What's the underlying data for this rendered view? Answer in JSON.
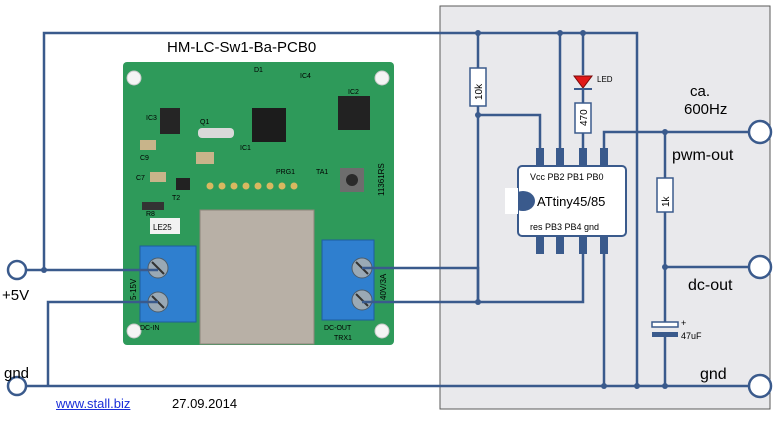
{
  "board": {
    "title": "HM-LC-Sw1-Ba-PCB0",
    "silkscreen": {
      "d1": "D1",
      "ic4": "IC4",
      "ic2": "IC2",
      "ic3": "IC3",
      "ic1": "IC1",
      "q1": "Q1",
      "c9": "C9",
      "c7": "C7",
      "t2": "T2",
      "r8": "R8",
      "prg1": "PRG1",
      "ta1": "TA1",
      "le25": "LE25",
      "input_terminal": "5-15V",
      "output_terminal": "40V/3A",
      "dc_in": "DC-IN",
      "dc_out": "DC-OUT",
      "trx1": "TRX1",
      "serial": "11361RS"
    }
  },
  "terminals": {
    "plus5v": "+5V",
    "gnd_left": "gnd",
    "pwm_out": "pwm-out",
    "dc_out": "dc-out",
    "gnd_right": "gnd"
  },
  "frequency": {
    "line1": "ca.",
    "line2": "600Hz"
  },
  "ic": {
    "top_pins": "Vcc PB2 PB1 PB0",
    "name": "ATtiny45/85",
    "bottom_pins": "res PB3 PB4 gnd"
  },
  "components": {
    "r_pullup": "10k",
    "r_led": "470",
    "led": "LED",
    "r_filter": "1k",
    "cap_polarity": "+",
    "cap": "47uF"
  },
  "footer": {
    "link": "www.stall.biz",
    "date": "27.09.2014"
  },
  "colors": {
    "wire": "#3a5a8c",
    "pcb": "#2e9a5a",
    "panel": "#e9e9ec",
    "terminal_block": "#2f7fcf",
    "led": "#e01818"
  }
}
